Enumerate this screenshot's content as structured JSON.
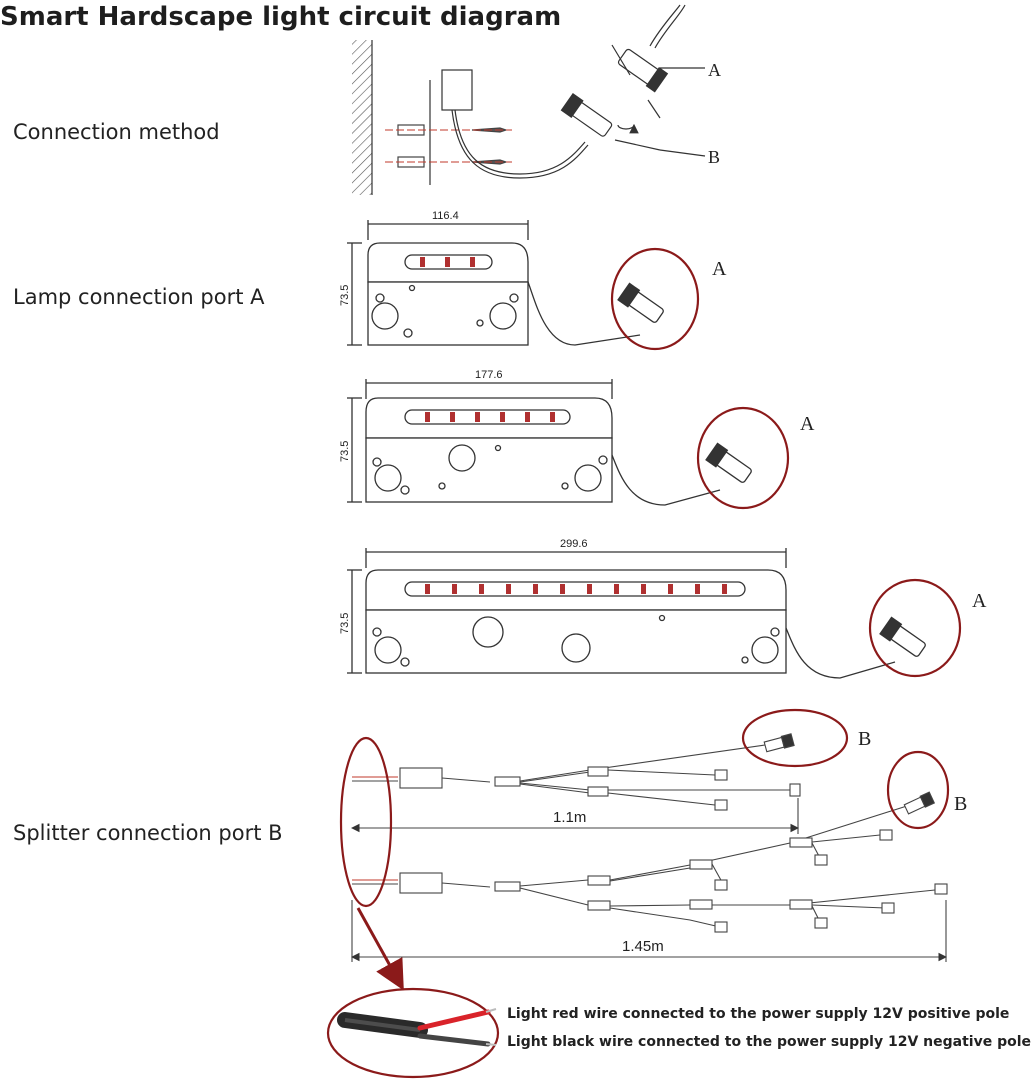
{
  "title": "Smart Hardscape light circuit diagram",
  "sections": {
    "connection_method": "Connection method",
    "lamp_port": "Lamp connection port A",
    "splitter_port": "Splitter connection port B"
  },
  "labels": {
    "a": "A",
    "b": "B"
  },
  "lamps": [
    {
      "width": "116.4",
      "height": "73.5",
      "leds": 3
    },
    {
      "width": "177.6",
      "height": "73.5",
      "leds": 6
    },
    {
      "width": "299.6",
      "height": "73.5",
      "leds": 12
    }
  ],
  "splitters": [
    {
      "length": "1.1m"
    },
    {
      "length": "1.45m"
    }
  ],
  "wire_notes": {
    "red": "Light red wire connected to the power supply 12V positive pole",
    "black": "Light black wire connected to the power supply 12V negative pole"
  },
  "colors": {
    "circle": "#8b1a1a",
    "line": "#333333",
    "red_wire": "#d9232a"
  }
}
